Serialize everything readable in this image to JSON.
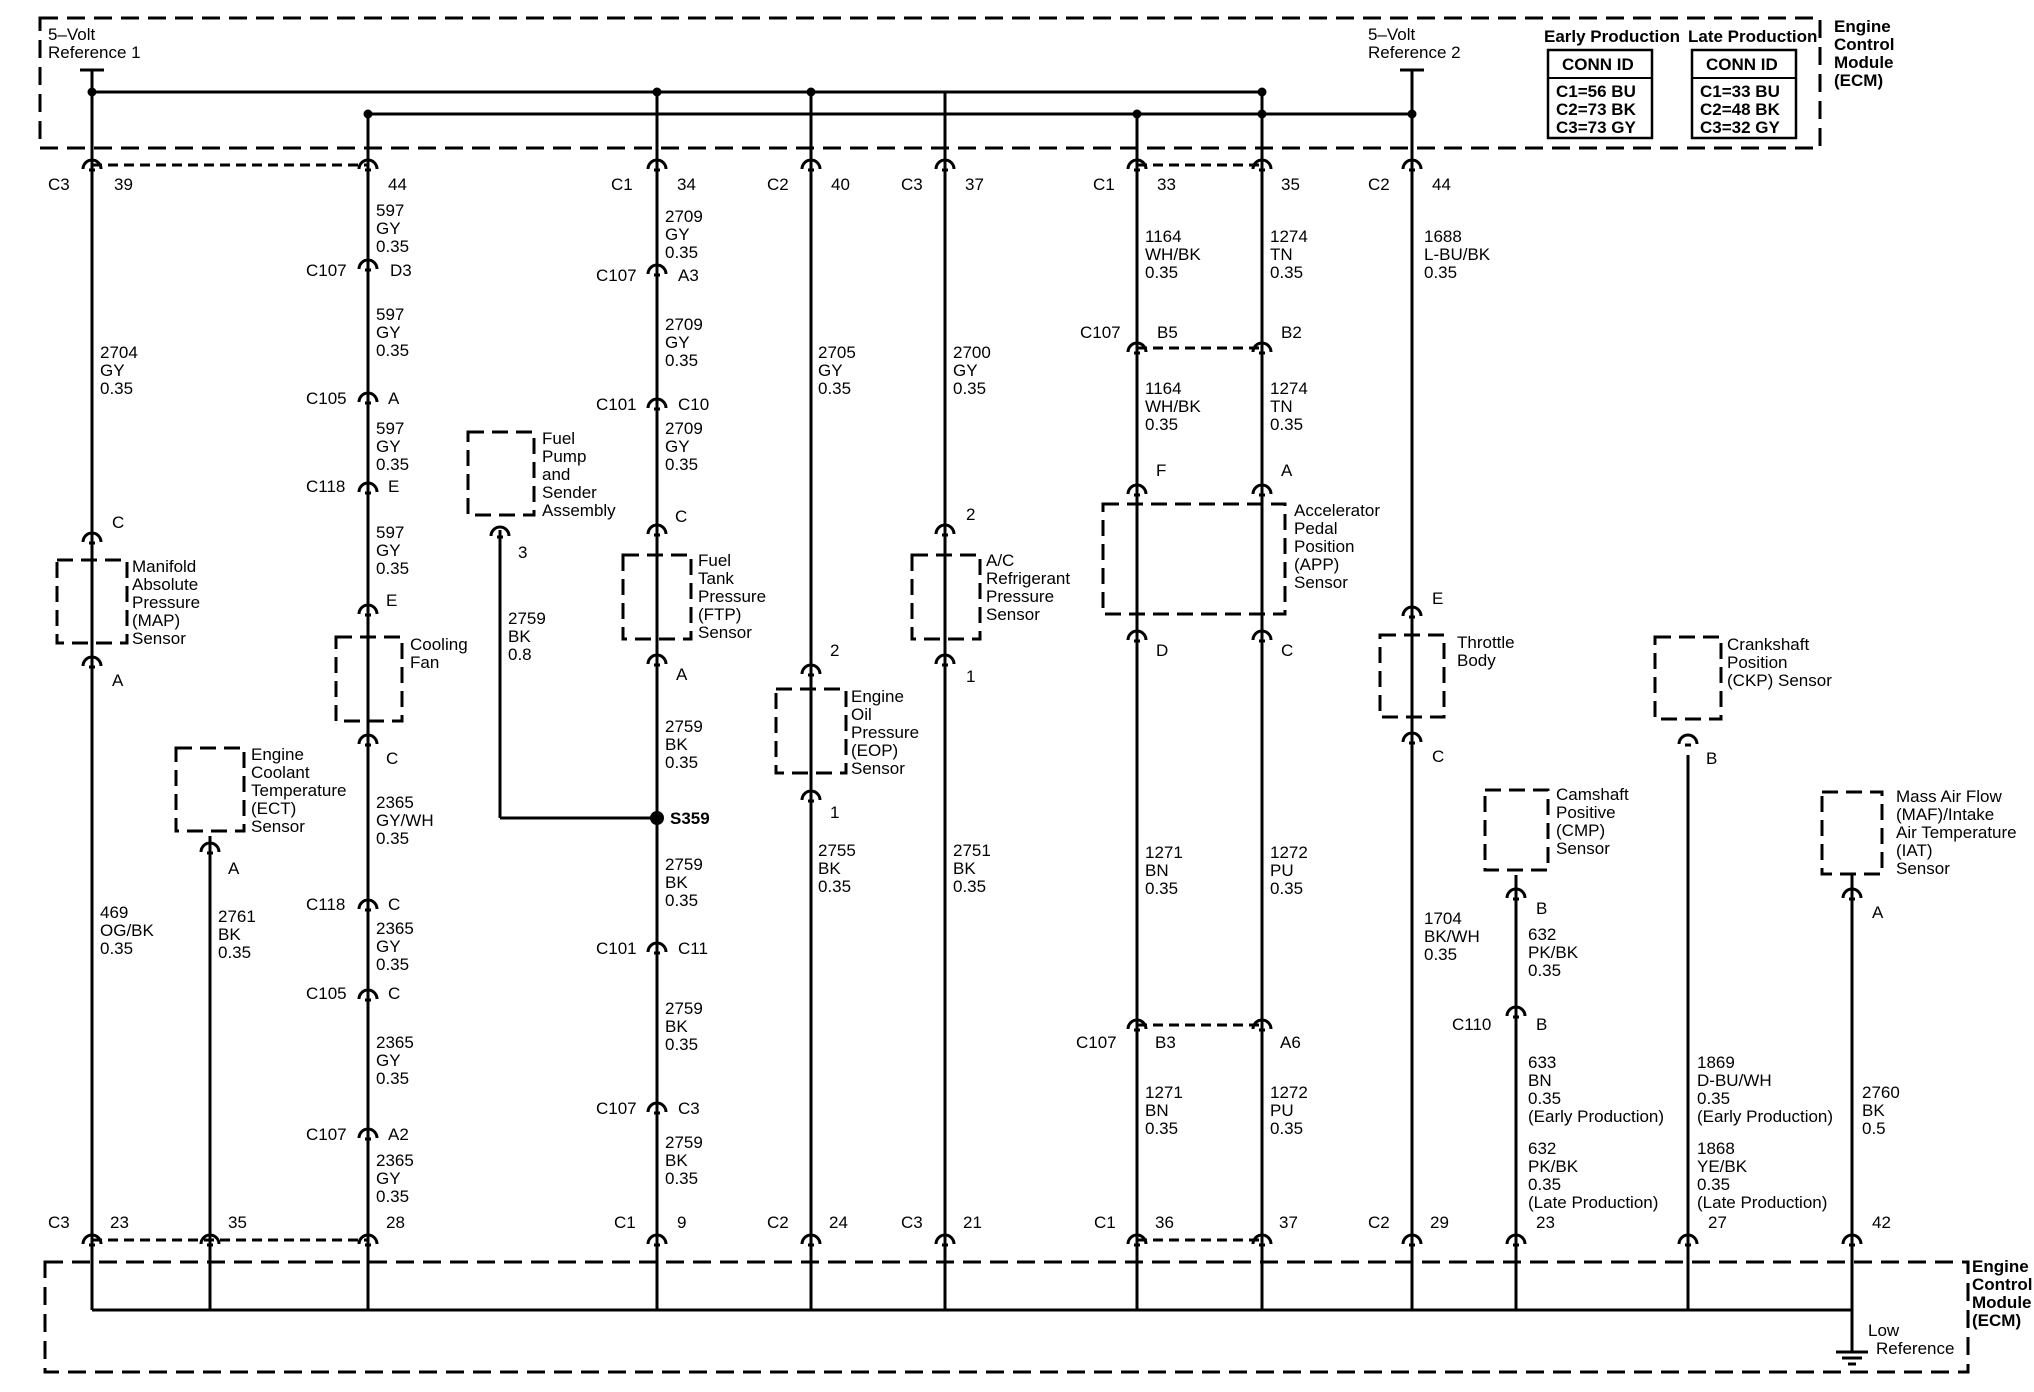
{
  "ecm_top": {
    "title": [
      "Engine",
      "Control",
      "Module",
      "(ECM)"
    ]
  },
  "ecm_bottom": {
    "title": [
      "Engine",
      "Control",
      "Module",
      "(ECM)"
    ],
    "low_ref": [
      "Low",
      "Reference"
    ]
  },
  "refs": [
    {
      "lines": [
        "5–Volt",
        "Reference 1"
      ]
    },
    {
      "lines": [
        "5–Volt",
        "Reference 2"
      ]
    }
  ],
  "conn_tables": [
    {
      "caption": "Early Production",
      "head": "CONN ID",
      "rows": [
        "C1=56 BU",
        "C2=73 BK",
        "C3=73 GY"
      ]
    },
    {
      "caption": "Late Production",
      "head": "CONN ID",
      "rows": [
        "C1=33 BU",
        "C2=48 BK",
        "C3=32 GY"
      ]
    }
  ],
  "components": [
    {
      "name": "map-sensor",
      "lines": [
        "Manifold",
        "Absolute",
        "Pressure",
        "(MAP)",
        "Sensor"
      ]
    },
    {
      "name": "ect-sensor",
      "lines": [
        "Engine",
        "Coolant",
        "Temperature",
        "(ECT)",
        "Sensor"
      ]
    },
    {
      "name": "cooling-fan",
      "lines": [
        "Cooling",
        "Fan"
      ]
    },
    {
      "name": "fuel-pump",
      "lines": [
        "Fuel",
        "Pump",
        "and",
        "Sender",
        "Assembly"
      ]
    },
    {
      "name": "ftp-sensor",
      "lines": [
        "Fuel",
        "Tank",
        "Pressure",
        "(FTP)",
        "Sensor"
      ]
    },
    {
      "name": "eop-sensor",
      "lines": [
        "Engine",
        "Oil",
        "Pressure",
        "(EOP)",
        "Sensor"
      ]
    },
    {
      "name": "ac-sensor",
      "lines": [
        "A/C",
        "Refrigerant",
        "Pressure",
        "Sensor"
      ]
    },
    {
      "name": "app-sensor",
      "lines": [
        "Accelerator",
        "Pedal",
        "Position",
        "(APP)",
        "Sensor"
      ]
    },
    {
      "name": "throttle-body",
      "lines": [
        "Throttle",
        "Body"
      ]
    },
    {
      "name": "ckp-sensor",
      "lines": [
        "Crankshaft",
        "Position",
        "(CKP) Sensor"
      ]
    },
    {
      "name": "cmp-sensor",
      "lines": [
        "Camshaft",
        "Positive",
        "(CMP)",
        "Sensor"
      ]
    },
    {
      "name": "maf-sensor",
      "lines": [
        "Mass Air Flow",
        "(MAF)/Intake",
        "Air Temperature",
        "(IAT)",
        "Sensor"
      ]
    }
  ],
  "connectors": {
    "top": [
      [
        "C3",
        "39"
      ],
      [
        "",
        "44"
      ],
      [
        "C1",
        "34"
      ],
      [
        "C2",
        "40"
      ],
      [
        "C3",
        "37"
      ],
      [
        "C1",
        "33"
      ],
      [
        "",
        "35"
      ],
      [
        "C2",
        "44"
      ]
    ],
    "bottom": [
      [
        "C3",
        "23"
      ],
      [
        "",
        "35"
      ],
      [
        "",
        "28"
      ],
      [
        "C1",
        "9"
      ],
      [
        "C2",
        "24"
      ],
      [
        "C3",
        "21"
      ],
      [
        "C1",
        "36"
      ],
      [
        "",
        "37"
      ],
      [
        "C2",
        "29"
      ],
      [
        "",
        "23"
      ],
      [
        "",
        "27"
      ],
      [
        "",
        "42"
      ]
    ],
    "inline": [
      [
        "C107",
        "D3"
      ],
      [
        "C105",
        "A"
      ],
      [
        "C118",
        "E"
      ],
      [
        "C118",
        "C"
      ],
      [
        "C105",
        "C"
      ],
      [
        "C107",
        "A2"
      ],
      [
        "C107",
        "A3"
      ],
      [
        "C101",
        "C10"
      ],
      [
        "C101",
        "C11"
      ],
      [
        "C107",
        "C3"
      ],
      [
        "C107",
        "B5"
      ],
      [
        "",
        "B2"
      ],
      [
        "C107",
        "B3"
      ],
      [
        "",
        "A6"
      ],
      [
        "C110",
        "B"
      ]
    ],
    "pins": [
      "C",
      "A",
      "E",
      "C",
      "A",
      "3",
      "C",
      "A",
      "2",
      "1",
      "2",
      "1",
      "F",
      "A",
      "D",
      "C",
      "E",
      "C",
      "B",
      "B",
      "A",
      "S359"
    ]
  },
  "wires": [
    [
      "2704",
      "GY",
      "0.35"
    ],
    [
      "469",
      "OG/BK",
      "0.35"
    ],
    [
      "2761",
      "BK",
      "0.35"
    ],
    [
      "597",
      "GY",
      "0.35"
    ],
    [
      "597",
      "GY",
      "0.35"
    ],
    [
      "597",
      "GY",
      "0.35"
    ],
    [
      "597",
      "GY",
      "0.35"
    ],
    [
      "2365",
      "GY/WH",
      "0.35"
    ],
    [
      "2365",
      "GY",
      "0.35"
    ],
    [
      "2365",
      "GY",
      "0.35"
    ],
    [
      "2365",
      "GY",
      "0.35"
    ],
    [
      "2759",
      "BK",
      "0.8"
    ],
    [
      "2709",
      "GY",
      "0.35"
    ],
    [
      "2709",
      "GY",
      "0.35"
    ],
    [
      "2709",
      "GY",
      "0.35"
    ],
    [
      "2759",
      "BK",
      "0.35"
    ],
    [
      "2759",
      "BK",
      "0.35"
    ],
    [
      "2759",
      "BK",
      "0.35"
    ],
    [
      "2759",
      "BK",
      "0.35"
    ],
    [
      "2705",
      "GY",
      "0.35"
    ],
    [
      "2755",
      "BK",
      "0.35"
    ],
    [
      "2700",
      "GY",
      "0.35"
    ],
    [
      "2751",
      "BK",
      "0.35"
    ],
    [
      "1164",
      "WH/BK",
      "0.35"
    ],
    [
      "1164",
      "WH/BK",
      "0.35"
    ],
    [
      "1271",
      "BN",
      "0.35"
    ],
    [
      "1271",
      "BN",
      "0.35"
    ],
    [
      "1274",
      "TN",
      "0.35"
    ],
    [
      "1274",
      "TN",
      "0.35"
    ],
    [
      "1272",
      "PU",
      "0.35"
    ],
    [
      "1272",
      "PU",
      "0.35"
    ],
    [
      "1688",
      "L-BU/BK",
      "0.35"
    ],
    [
      "1704",
      "BK/WH",
      "0.35"
    ],
    [
      "632",
      "PK/BK",
      "0.35"
    ],
    [
      "633",
      "BN",
      "0.35",
      "(Early Production)"
    ],
    [
      "632",
      "PK/BK",
      "0.35",
      "(Late Production)"
    ],
    [
      "1869",
      "D-BU/WH",
      "0.35",
      "(Early Production)"
    ],
    [
      "1868",
      "YE/BK",
      "0.35",
      "(Late Production)"
    ],
    [
      "2760",
      "BK",
      "0.5"
    ]
  ]
}
